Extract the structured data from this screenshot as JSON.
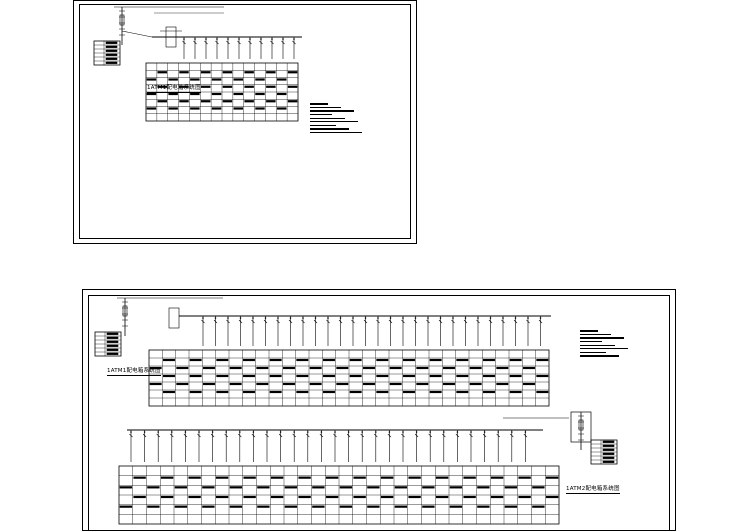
{
  "drawings": [
    {
      "id": "sheet1",
      "title": "1ATM1配电箱系统图",
      "bus_label": "",
      "circuit_count": 11,
      "notes_count": 9
    },
    {
      "id": "sheet2",
      "title_upper": "1ATM1配电箱系统图",
      "title_lower": "1ATM2配电箱系统图",
      "circuit_count_upper": 28,
      "circuit_count_lower": 30,
      "notes_count": 8
    }
  ],
  "colors": {
    "line": "#000000",
    "background": "#ffffff"
  }
}
